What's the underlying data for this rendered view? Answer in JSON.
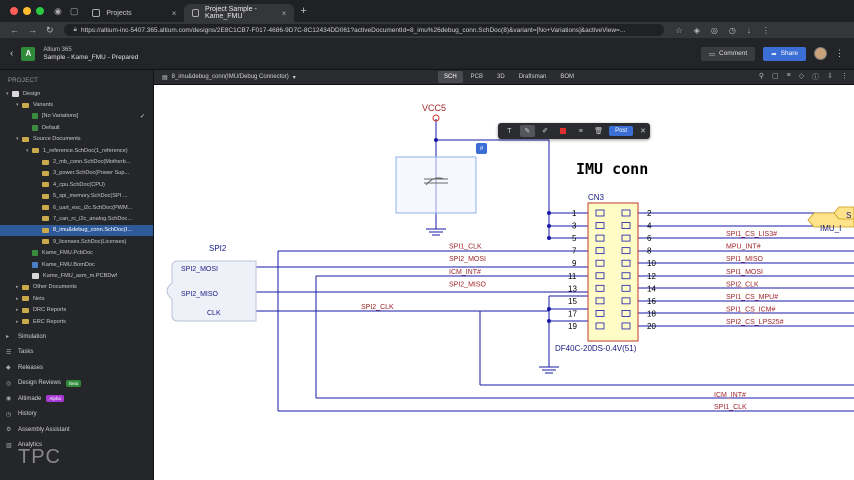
{
  "browser": {
    "tabs": [
      {
        "label": "Projects"
      },
      {
        "label": "Project Sample - Kame_FMU"
      }
    ],
    "new_tab_symbol": "+",
    "close_symbol": "×",
    "url": "https://altium-inc-5407.365.altium.com/designs/2E8C1CB7-F017-4686-9D7C-8C12434DD061?activeDocumentId=8_imu%26debug_conn.SchDoc(8)&variant=[No+Variations]&activeView=..."
  },
  "header": {
    "app_name": "Altium 365",
    "project_title": "Sample - Kame_FMU - Prepared",
    "comment_label": "Comment",
    "share_label": "Share"
  },
  "sidebar": {
    "section_title": "PROJECT",
    "tree": [
      {
        "label": "Design",
        "depth": 0,
        "icon": "design-icon",
        "expanded": true
      },
      {
        "label": "Variants",
        "depth": 1,
        "icon": "folder-icon",
        "expanded": true
      },
      {
        "label": "[No Variations]",
        "depth": 2,
        "icon": "variant-icon",
        "checked": true
      },
      {
        "label": "Default",
        "depth": 2,
        "icon": "variant-icon"
      },
      {
        "label": "Source Documents",
        "depth": 1,
        "icon": "folder-icon",
        "expanded": true
      },
      {
        "label": "1_reference.SchDoc(1_reference)",
        "depth": 2,
        "icon": "folder-icon",
        "expanded": true
      },
      {
        "label": "2_mb_conn.SchDoc(Motherb...",
        "depth": 3,
        "icon": "schdoc-icon"
      },
      {
        "label": "3_power.SchDoc(Power Sup...",
        "depth": 3,
        "icon": "schdoc-icon"
      },
      {
        "label": "4_cpu.SchDoc(CPU)",
        "depth": 3,
        "icon": "schdoc-icon"
      },
      {
        "label": "5_spi_memory.SchDoc(SPI ...",
        "depth": 3,
        "icon": "schdoc-icon"
      },
      {
        "label": "6_uart_esc_i2c.SchDoc(PWM...",
        "depth": 3,
        "icon": "schdoc-icon"
      },
      {
        "label": "7_can_rc_i2c_analog.SchDoc...",
        "depth": 3,
        "icon": "schdoc-icon"
      },
      {
        "label": "8_imu&debug_conn.SchDoc(I...",
        "depth": 3,
        "icon": "schdoc-icon",
        "selected": true
      },
      {
        "label": "9_licenses.SchDoc(Licenses)",
        "depth": 3,
        "icon": "schdoc-icon"
      },
      {
        "label": "Kame_FMU.PcbDoc",
        "depth": 2,
        "icon": "pcbdoc-icon"
      },
      {
        "label": "Kame_FMU.BomDoc",
        "depth": 2,
        "icon": "bomdoc-icon"
      },
      {
        "label": "Kame_FMU_asm_m.PCBDwf",
        "depth": 2,
        "icon": "drawing-icon"
      },
      {
        "label": "Other Documents",
        "depth": 1,
        "icon": "folder-icon"
      },
      {
        "label": "Nets",
        "depth": 1,
        "icon": "folder-icon"
      },
      {
        "label": "DRC Reports",
        "depth": 1,
        "icon": "folder-icon"
      },
      {
        "label": "ERC Reports",
        "depth": 1,
        "icon": "folder-icon"
      }
    ],
    "sections": [
      {
        "label": "Simulation",
        "icon": "simulation-icon"
      },
      {
        "label": "Tasks",
        "icon": "tasks-icon"
      },
      {
        "label": "Releases",
        "icon": "releases-icon"
      },
      {
        "label": "Design Reviews",
        "icon": "reviews-icon",
        "badge": "Beta"
      },
      {
        "label": "Altimade",
        "icon": "altimade-icon",
        "badge": "Alpha"
      },
      {
        "label": "History",
        "icon": "history-icon"
      },
      {
        "label": "Assembly Assistant",
        "icon": "assembly-icon"
      },
      {
        "label": "Analytics",
        "icon": "analytics-icon"
      }
    ],
    "watermark": "TPC"
  },
  "doc_toolbar": {
    "document": "8_imu&debug_conn(IMU/Debug Connector)",
    "views": [
      "SCH",
      "PCB",
      "3D",
      "Draftsman",
      "BOM"
    ],
    "active_view": "SCH"
  },
  "annotation_toolbar": {
    "post_label": "Post",
    "pin_number": "#"
  },
  "schematic": {
    "vcc_label": "VCC5",
    "title": "IMU conn",
    "designator": "CN3",
    "part_number": "DF40C-20DS-0.4V(51)",
    "sheet_symbol_title": "SPI2",
    "sheet_symbol_ports": [
      "SPI2_MOSI",
      "SPI2_MISO",
      "CLK"
    ],
    "left_pins": [
      "1",
      "3",
      "5",
      "7",
      "9",
      "11",
      "13",
      "15",
      "17",
      "19"
    ],
    "right_pins": [
      "2",
      "4",
      "6",
      "8",
      "10",
      "12",
      "14",
      "16",
      "18",
      "20"
    ],
    "left_nets": [
      {
        "pin": "7",
        "label": "SPI1_CLK"
      },
      {
        "pin": "9",
        "label": "SPI2_MOSI"
      },
      {
        "pin": "11",
        "label": "ICM_INT#"
      },
      {
        "pin": "13",
        "label": "SPI2_MISO"
      }
    ],
    "right_nets": [
      {
        "pin": "6",
        "label": "SPI1_CS_LIS3#"
      },
      {
        "pin": "8",
        "label": "MPU_INT#"
      },
      {
        "pin": "10",
        "label": "SPI1_MISO"
      },
      {
        "pin": "12",
        "label": "SPI1_MOSI"
      },
      {
        "pin": "14",
        "label": "SPI2_CLK"
      },
      {
        "pin": "16",
        "label": "SPI1_CS_MPU#"
      },
      {
        "pin": "18",
        "label": "SPI1_CS_ICM#"
      },
      {
        "pin": "20",
        "label": "SPI2_CS_LPS25#"
      }
    ],
    "wire_label_clk": "SPI2_CLK",
    "bottom_labels": [
      "ICM_INT#",
      "SPI1_CLK"
    ],
    "port_labels": [
      "IMU_I",
      "S"
    ]
  }
}
